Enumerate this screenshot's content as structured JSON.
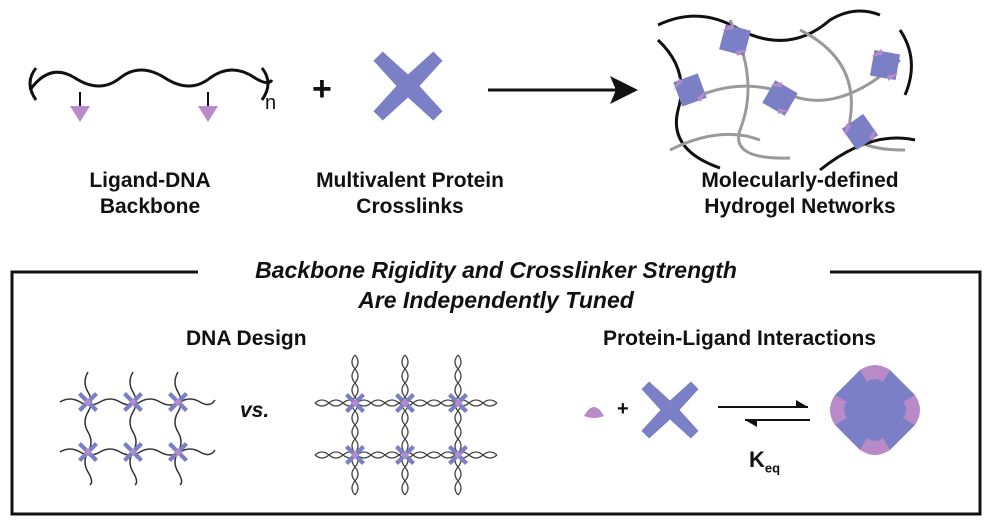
{
  "top": {
    "repeat_subscript": "n",
    "plus": "+",
    "label_backbone_line1": "Ligand-DNA",
    "label_backbone_line2": "Backbone",
    "label_crosslink_line1": "Multivalent Protein",
    "label_crosslink_line2": "Crosslinks",
    "label_network_line1": "Molecularly-defined",
    "label_network_line2": "Hydrogel Networks"
  },
  "box": {
    "title_line1": "Backbone Rigidity and Crosslinker Strength",
    "title_line2": "Are Independently Tuned",
    "dna_design_label": "DNA Design",
    "vs_label": "vs.",
    "protein_ligand_label": "Protein-Ligand Interactions",
    "small_plus": "+",
    "keq_main": "K",
    "keq_sub": "eq"
  },
  "colors": {
    "protein": "#7b80c6",
    "ligand": "#b98ac8",
    "line": "#111111",
    "gray_strand": "#9a9a9a"
  }
}
